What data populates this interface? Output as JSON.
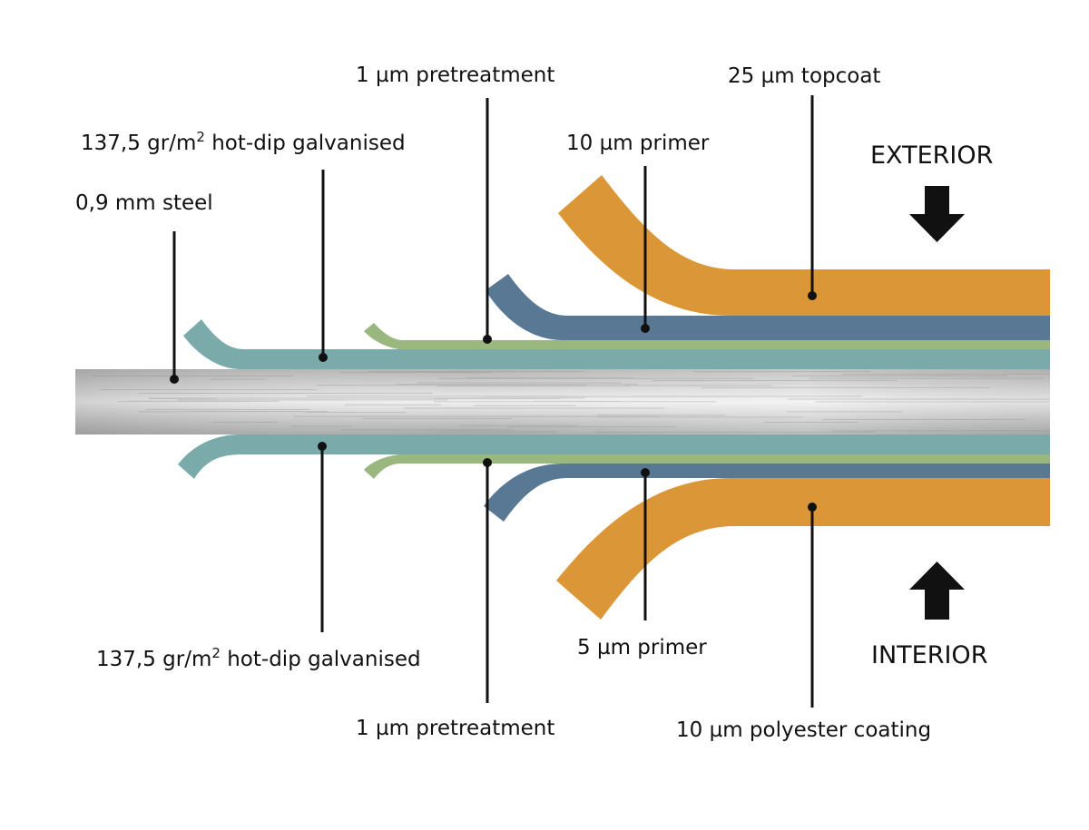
{
  "colors": {
    "steel_light": "#e3e3e3",
    "steel_dark": "#a6a6a6",
    "galvanised": "#7aabaa",
    "pretreatment": "#9bb780",
    "primer": "#587894",
    "topcoat": "#db9638",
    "text": "#111111"
  },
  "sides": {
    "exterior": "EXTERIOR",
    "interior": "INTERIOR"
  },
  "labels": {
    "steel": "0,9 mm steel",
    "galv_top_prefix": "137,5 gr/m",
    "galv_top_sup": "2",
    "galv_top_suffix": " hot-dip galvanised",
    "pre_top": "1 µm pretreatment",
    "primer_top": "10 µm primer",
    "topcoat": "25 µm topcoat",
    "galv_bot_prefix": "137,5 gr/m",
    "galv_bot_sup": "2",
    "galv_bot_suffix": " hot-dip galvanised",
    "pre_bot": "1 µm pretreatment",
    "primer_bot": "5 µm primer",
    "polyester": "10 µm polyester coating"
  }
}
